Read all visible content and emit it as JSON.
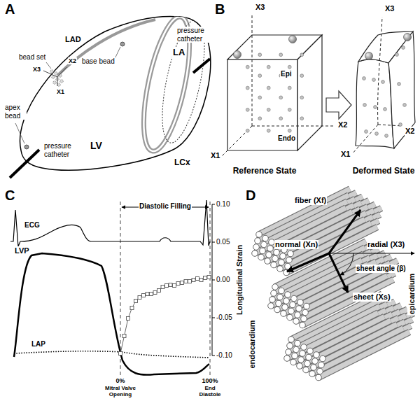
{
  "diagram": {
    "labels": [
      "A",
      "LA",
      "pressure catheter",
      "LAD",
      "base bead",
      "bead set",
      "X3",
      "X2",
      "X1",
      "apex bead",
      "pressure catheter",
      "LV",
      "LCx",
      "B",
      "X3",
      "X2",
      "X1",
      "Epi",
      "Endo",
      "Reference State",
      "X3",
      "X2",
      "X1",
      "Deformed State",
      "C",
      "ECG",
      "LVP",
      "LAP",
      "Diastolic Filling",
      "0.10",
      "0.05",
      "0.00",
      "-0.05",
      "-0.10",
      "Longitudinal Strain",
      "0%",
      "Mitral Valve Opening",
      "100%",
      "End Diastole",
      "D",
      "fiber (Xf)",
      "normal (Xn)",
      "radial (X3)",
      "sheet angle (β)",
      "sheet (Xs)",
      "endocardium",
      "epicardium"
    ]
  }
}
